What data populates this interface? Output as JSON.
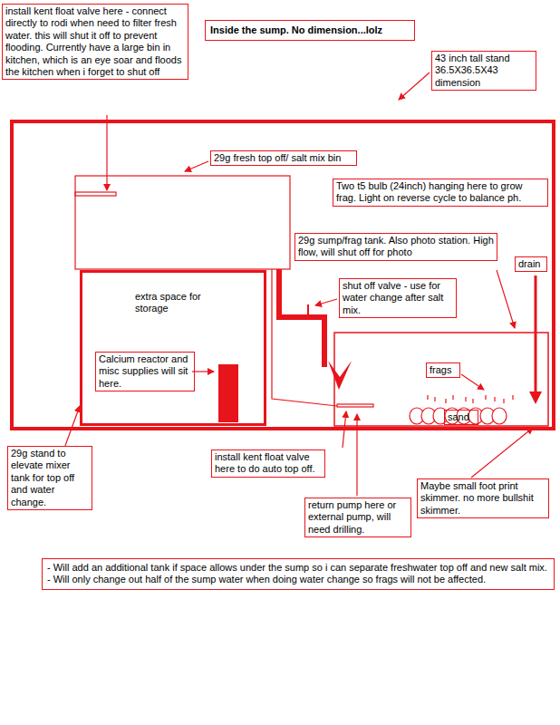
{
  "diagram": {
    "nodes": [
      {
        "text": [
          "install kent float valve here - connect directly to rodi when need to filter fresh water. this will shut it off to prevent flooding. Currently have a large bin in kitchen, which is an eye soar and floods the kitchen when i forget to shut off"
        ]
      },
      {
        "text": [
          "Inside the sump. No dimension...lolz"
        ]
      },
      {
        "text": [
          "43 inch tall stand 36.5X36.5X43 dimension"
        ]
      },
      {
        "text": [
          "29g fresh top off/ salt mix bin"
        ]
      },
      {
        "text": [
          "Two t5 bulb (24inch) hanging here to grow frag. Light on reverse cycle to balance ph."
        ]
      },
      {
        "text": [
          "29g sump/frag tank. Also photo station. High flow, will shut off for photo"
        ]
      },
      {
        "text": [
          "drain"
        ]
      },
      {
        "text": [
          "extra space for storage"
        ]
      },
      {
        "text": [
          "Calcium reactor and misc supplies will sit here."
        ],
        "in": 7
      },
      {
        "text": [
          "shut off valve - use for water change after salt mix."
        ]
      },
      {
        "text": [
          "frags"
        ]
      },
      {
        "text": [
          "sand"
        ]
      },
      {
        "text": [
          "29g stand to elevate mixer tank for top off and water change."
        ]
      },
      {
        "text": [
          "install kent float valve here to do auto top off."
        ]
      },
      {
        "text": [
          "return pump here or external pump, will need drilling."
        ]
      },
      {
        "text": [
          "Maybe small foot print skimmer. no more bullshit skimmer."
        ]
      },
      {
        "text": [
          "- Will add an additional tank if space allows under the sump so i can separate freshwater top off and new salt mix.",
          "- Will only change out half of the sump water when doing water change so frags will not be affected."
        ]
      }
    ],
    "edges": [
      {
        "from": 12,
        "to": 7,
        "arrow": "to"
      }
    ]
  }
}
